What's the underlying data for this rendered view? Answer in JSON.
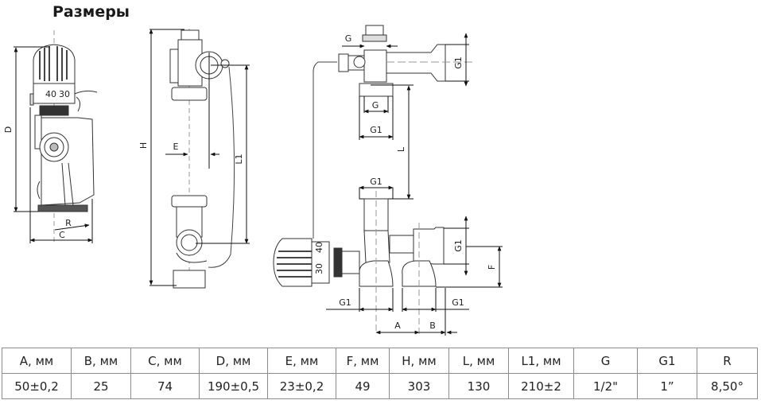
{
  "title": "Размеры",
  "drawing": {
    "labels": {
      "D": "D",
      "R": "R",
      "C": "C",
      "H": "H",
      "E": "E",
      "L1": "L1",
      "G_top": "G",
      "G_mid": "G",
      "G1_right_top": "G1",
      "G1_mid_top": "G1",
      "L": "L",
      "G1_mid_bottom": "G1",
      "G1_right_mid": "G1",
      "F": "F",
      "G1_bottom_left": "G1",
      "G1_bottom_right": "G1",
      "A": "A",
      "B": "B",
      "knob_40_a": "40",
      "knob_30": "30",
      "knob_40_b": "40",
      "knob_30_b": "30"
    }
  },
  "table": {
    "headers": [
      "A, мм",
      "B, мм",
      "C, мм",
      "D, мм",
      "E, мм",
      "F, мм",
      "H, мм",
      "L, мм",
      "L1, мм",
      "G",
      "G1",
      "R"
    ],
    "values": [
      "50±0,2",
      "25",
      "74",
      "190±0,5",
      "23±0,2",
      "49",
      "303",
      "130",
      "210±2",
      "1/2\"",
      "1”",
      "8,50°"
    ]
  }
}
